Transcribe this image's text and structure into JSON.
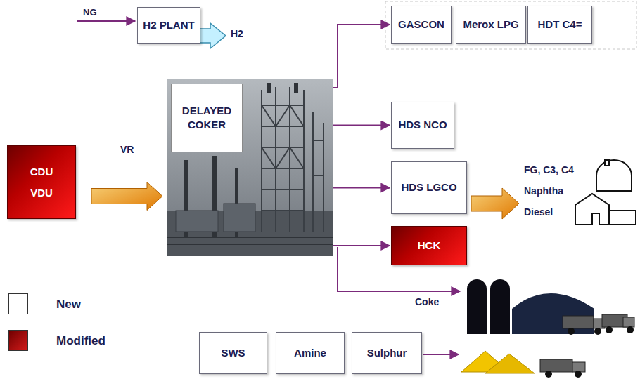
{
  "diagram": {
    "nodes": [
      {
        "text": [
          "H2 PLANT"
        ]
      },
      {
        "text": [
          "CDU VDU"
        ]
      },
      {
        "text": [
          "DELAYED COKER"
        ]
      },
      {
        "text": [
          "GASCON"
        ]
      },
      {
        "text": [
          "Merox LPG"
        ]
      },
      {
        "text": [
          "HDT C4="
        ]
      },
      {
        "text": [
          "HDS NCO"
        ]
      },
      {
        "text": [
          "HDS LGCO"
        ]
      },
      {
        "text": [
          "HCK"
        ]
      },
      {
        "text": [
          "SWS"
        ]
      },
      {
        "text": [
          "Amine"
        ]
      },
      {
        "text": [
          "Sulphur"
        ]
      }
    ],
    "edges": [
      {
        "from": 1,
        "to": 2,
        "arrow": "to",
        "label": "VR"
      },
      {
        "from": 2,
        "to": 3,
        "arrow": "to"
      },
      {
        "from": 2,
        "to": 6,
        "arrow": "to"
      },
      {
        "from": 2,
        "to": 7,
        "arrow": "to"
      },
      {
        "from": 2,
        "to": 8,
        "arrow": "to"
      }
    ],
    "labels": [
      "NG",
      "H2",
      "FG, C3, C4",
      "Naphtha",
      "Diesel",
      "Coke"
    ],
    "legend": [
      {
        "text": "New",
        "color": "#ffffff"
      },
      {
        "text": "Modified",
        "color": "#cc0000"
      }
    ]
  }
}
